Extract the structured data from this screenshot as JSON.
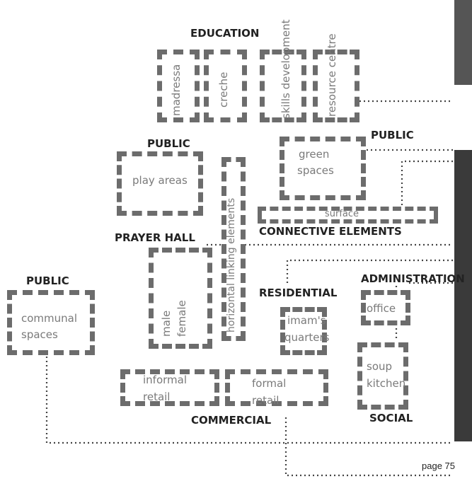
{
  "headings": {
    "education": "EDUCATION",
    "public_top": "PUBLIC",
    "public_mid": "PUBLIC",
    "public_left": "PUBLIC",
    "prayer_hall": "PRAYER HALL",
    "connective": "CONNECTIVE ELEMENTS",
    "residential": "RESIDENTIAL",
    "administration": "ADMINISTRATION",
    "commercial": "COMMERCIAL",
    "social": "SOCIAL"
  },
  "boxes": {
    "madressa": "madressa",
    "creche": "creche",
    "skills": "skills development",
    "resource": "resource centre",
    "play_areas": "play areas",
    "horizontal": "horizontal linking elements",
    "green_1": "green",
    "green_2": "spaces",
    "surface": "surface",
    "male": "male",
    "female": "female",
    "communal_1": "communal",
    "communal_2": "spaces",
    "imam_1": "imam's",
    "imam_2": "quarters",
    "office": "office",
    "soup_1": "soup",
    "soup_2": "kitchen",
    "informal_1": "informal",
    "informal_2": "retail",
    "formal_1": "formal",
    "formal_2": "retail"
  },
  "page_number": "page 75",
  "colors": {
    "border": "#6c6c6c",
    "text": "#7a7a7a",
    "heading": "#222222",
    "photo": "#3a3a3a"
  }
}
